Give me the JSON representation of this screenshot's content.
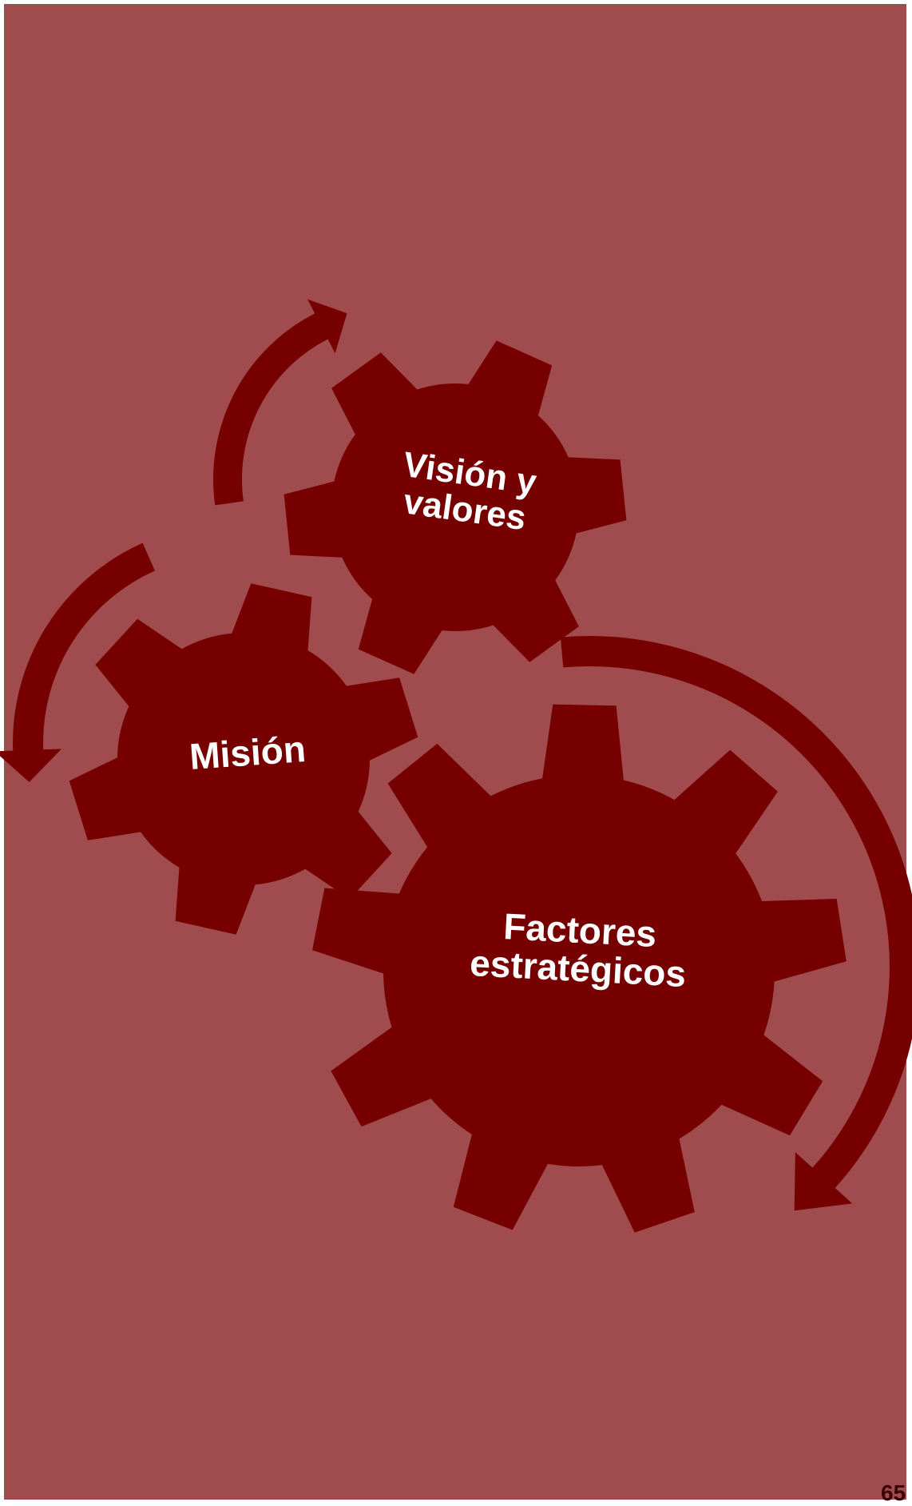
{
  "colors": {
    "background": "#a04c4e",
    "gear": "#760000",
    "arrow": "#760000",
    "label": "#ffffff"
  },
  "gears": {
    "vision": {
      "label": "Visión y\nvalores"
    },
    "mision": {
      "label": "Misión"
    },
    "factores": {
      "label": "Factores\nestratégicos"
    }
  },
  "arrows": [
    {
      "name": "arrow-top",
      "direction": "clockwise"
    },
    {
      "name": "arrow-left",
      "direction": "counterclockwise"
    },
    {
      "name": "arrow-right",
      "direction": "clockwise"
    }
  ],
  "page_number": "65"
}
